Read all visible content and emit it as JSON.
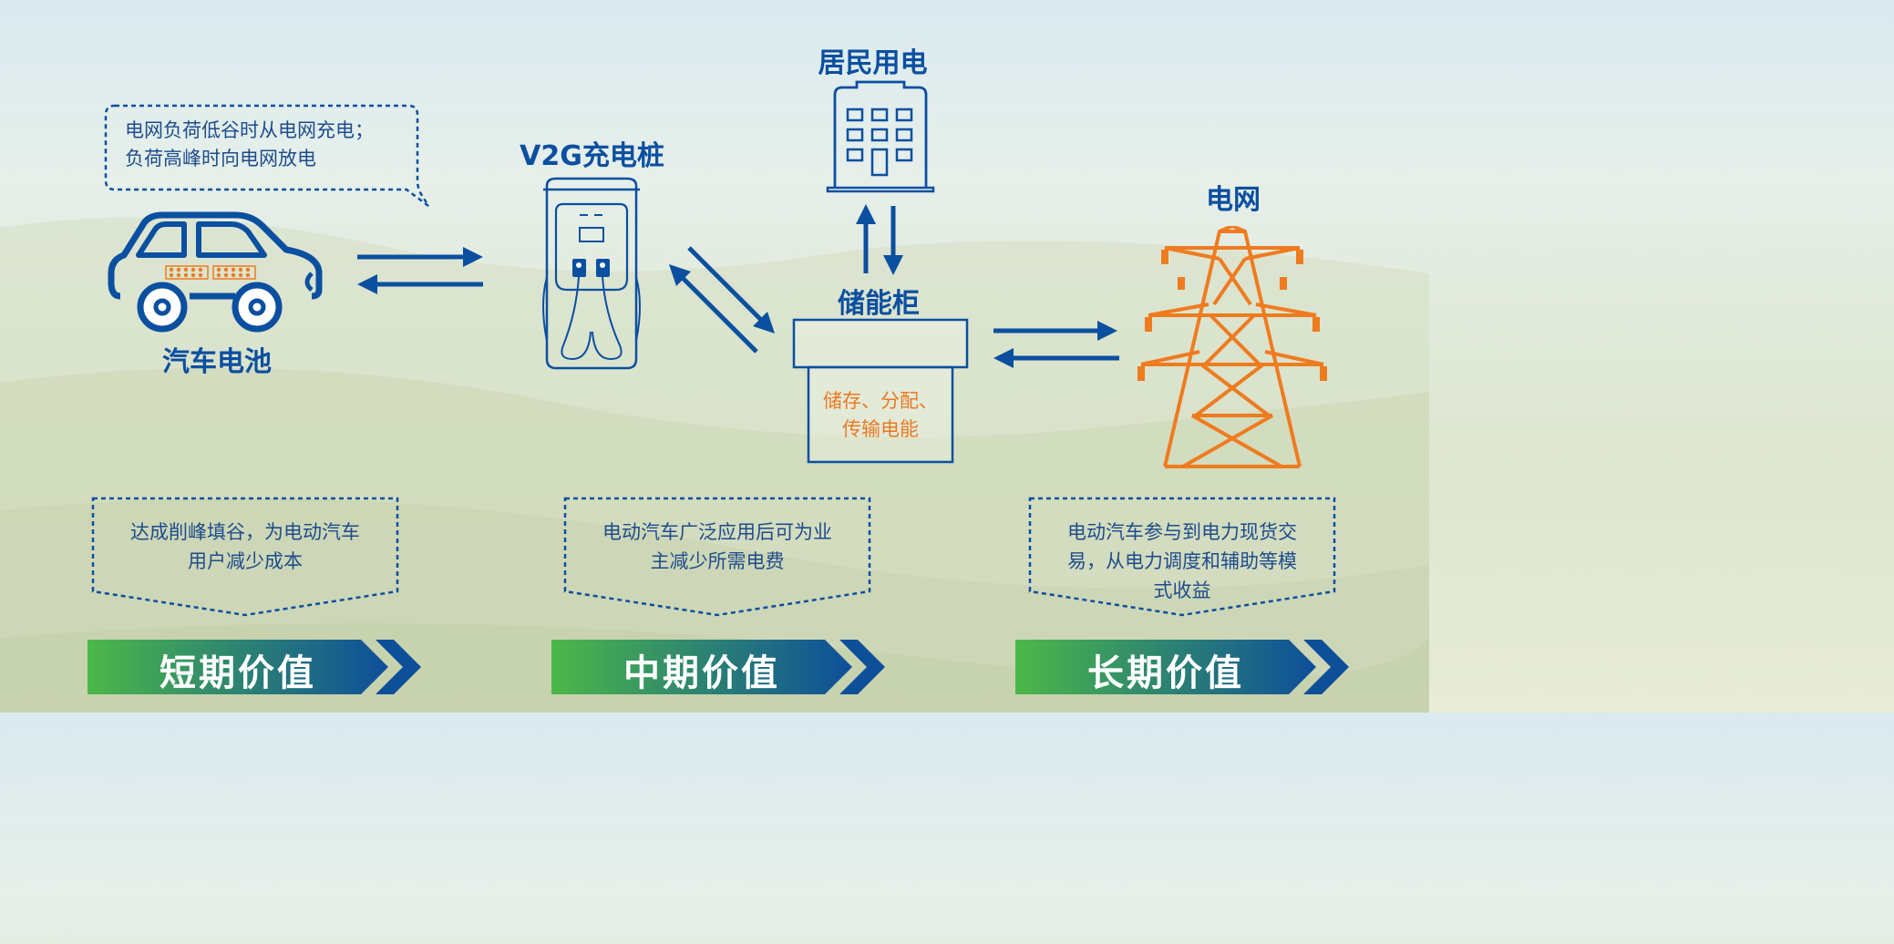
{
  "nodes": {
    "car_label": "汽车电池",
    "charger_label": "V2G充电桩",
    "residential_label": "居民用电",
    "storage_label": "储能柜",
    "grid_label": "电网"
  },
  "speech_bubble": {
    "line1": "电网负荷低谷时从电网充电；",
    "line2": "负荷高峰时向电网放电"
  },
  "storage_box": {
    "line1": "储存、分配、",
    "line2": "传输电能"
  },
  "benefits": [
    {
      "line1": "达成削峰填谷，为电动汽车",
      "line2": "用户减少成本",
      "line3": ""
    },
    {
      "line1": "电动汽车广泛应用后可为业",
      "line2": "主减少所需电费",
      "line3": ""
    },
    {
      "line1": "电动汽车参与到电力现货交",
      "line2": "易，从电力调度和辅助等模",
      "line3": "式收益"
    }
  ],
  "banners": [
    {
      "label": "短期价值"
    },
    {
      "label": "中期价值"
    },
    {
      "label": "长期价值"
    }
  ],
  "colors": {
    "primary_blue": "#0b4fa0",
    "accent_orange": "#ef7b1f",
    "banner_green": "#4cb848",
    "banner_blue": "#0e4f9a"
  },
  "icons": [
    "car-icon",
    "charger-icon",
    "building-icon",
    "storage-cabinet-icon",
    "power-tower-icon"
  ]
}
